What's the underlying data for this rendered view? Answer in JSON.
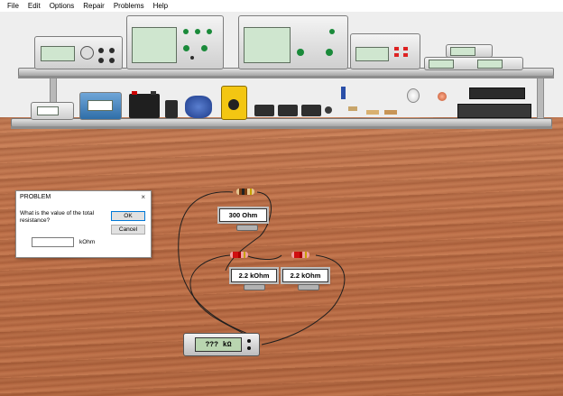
{
  "menu": [
    "File",
    "Edit",
    "Options",
    "Repair",
    "Problems",
    "Help"
  ],
  "circuit": {
    "resistor_top_label": "300 Ohm",
    "resistor_left_label": "2.2 kOhm",
    "resistor_right_label": "2.2 kOhm"
  },
  "meter": {
    "value": "???",
    "unit": "kΩ"
  },
  "dialog": {
    "title": "PROBLEM",
    "close": "×",
    "question": "What is the value of the total resistance?",
    "input_value": "",
    "unit": "kOhm",
    "ok_label": "OK",
    "cancel_label": "Cancel"
  },
  "colors": {
    "wall": "#eeeeee",
    "table": "#be7049",
    "display": "#b9d5b0"
  }
}
